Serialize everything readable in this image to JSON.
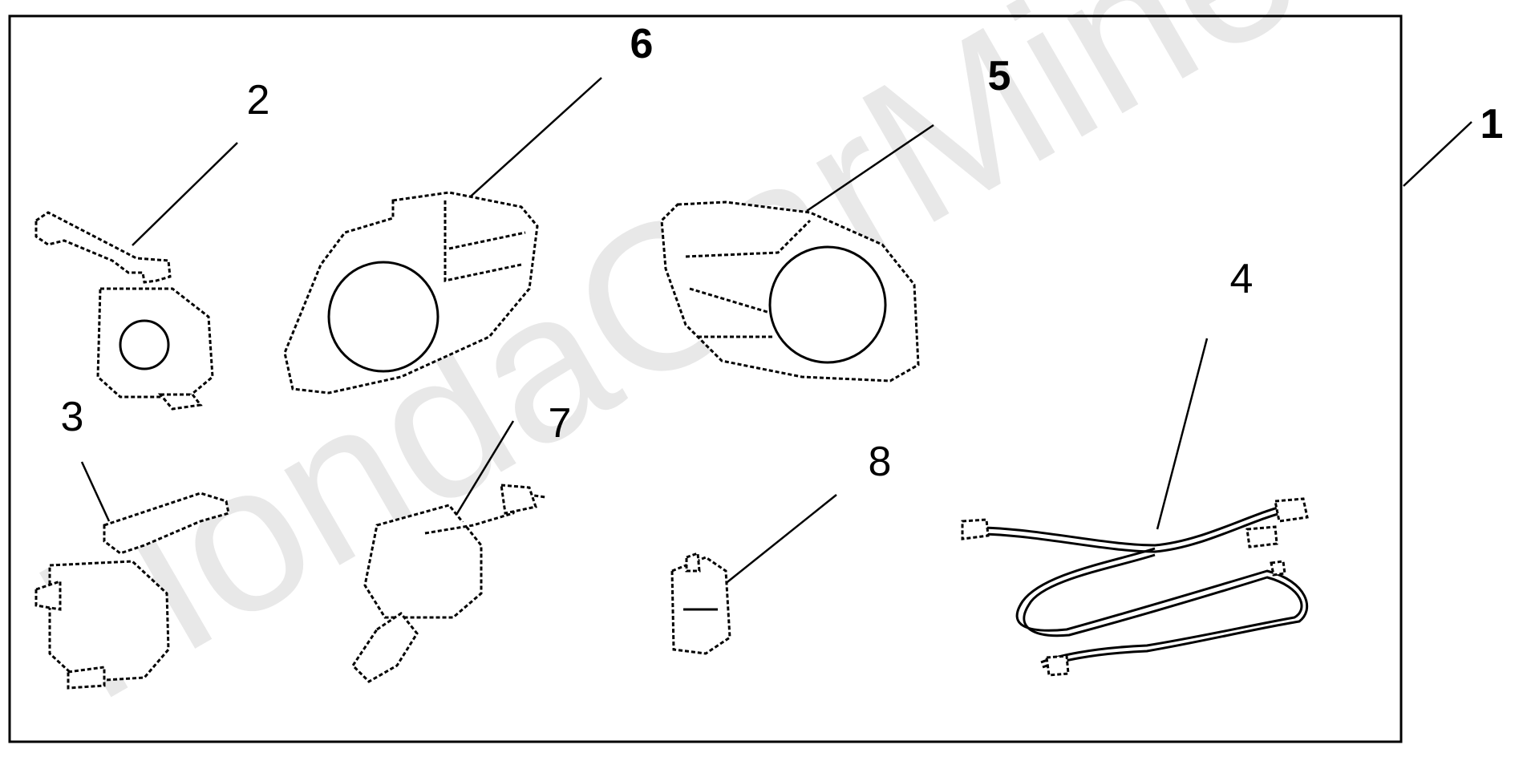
{
  "diagram": {
    "watermark": "HondaCarMine.ru",
    "callouts": [
      {
        "id": "1",
        "text": "1",
        "bold": true
      },
      {
        "id": "2",
        "text": "2",
        "bold": false
      },
      {
        "id": "3",
        "text": "3",
        "bold": false
      },
      {
        "id": "4",
        "text": "4",
        "bold": false
      },
      {
        "id": "5",
        "text": "5",
        "bold": true
      },
      {
        "id": "6",
        "text": "6",
        "bold": true
      },
      {
        "id": "7",
        "text": "7",
        "bold": false
      },
      {
        "id": "8",
        "text": "8",
        "bold": false
      }
    ]
  }
}
